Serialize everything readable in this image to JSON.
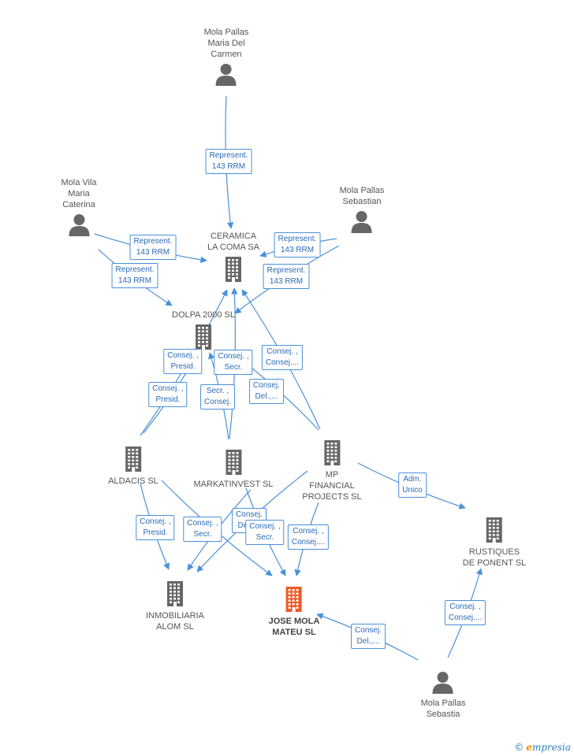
{
  "nodes": [
    {
      "id": "mp_mariadc",
      "type": "person",
      "label": [
        "Mola Pallas",
        "Maria Del",
        "Carmen"
      ]
    },
    {
      "id": "mv_maria",
      "type": "person",
      "label": [
        "Mola Vila",
        "Maria",
        "Caterina"
      ]
    },
    {
      "id": "mp_sebastian",
      "type": "person",
      "label": [
        "Mola Pallas",
        "Sebastian"
      ]
    },
    {
      "id": "ceramica",
      "type": "company",
      "label": [
        "CERAMICA",
        "LA COMA SA"
      ]
    },
    {
      "id": "dolpa",
      "type": "company",
      "label": [
        "DOLPA 2000 SL"
      ]
    },
    {
      "id": "aldacis",
      "type": "company",
      "label": [
        "ALDACIS SL"
      ]
    },
    {
      "id": "markatinvest",
      "type": "company",
      "label": [
        "MARKATINVEST SL"
      ]
    },
    {
      "id": "mp_financial",
      "type": "company",
      "label": [
        "MP",
        "FINANCIAL",
        "PROJECTS SL"
      ]
    },
    {
      "id": "rustiques",
      "type": "company",
      "label": [
        "RUSTIQUES",
        "DE PONENT SL"
      ]
    },
    {
      "id": "inmobiliaria",
      "type": "company",
      "label": [
        "INMOBILIARIA",
        "ALOM SL"
      ]
    },
    {
      "id": "jose_mola",
      "type": "company",
      "main": true,
      "label": [
        "JOSE MOLA",
        "MATEU SL"
      ]
    },
    {
      "id": "mp_sebastia",
      "type": "person",
      "label": [
        "Mola Pallas",
        "Sebastia"
      ]
    }
  ],
  "edge_labels": [
    [
      "Represent.",
      "143 RRM"
    ],
    [
      "Represent.",
      "143 RRM"
    ],
    [
      "Represent.",
      "143 RRM"
    ],
    [
      "Represent.",
      "143 RRM"
    ],
    [
      "Represent.",
      "143 RRM"
    ],
    [
      "Consej. ,",
      "Presid."
    ],
    [
      "Consej. ,",
      "Secr."
    ],
    [
      "Consej. ,",
      "Consej...."
    ],
    [
      "Consej. ,",
      "Presid."
    ],
    [
      "Secr. ,",
      "Consej."
    ],
    [
      "Consej.",
      "Del.,..."
    ],
    [
      "Adm.",
      "Unico"
    ],
    [
      "Consej. ,",
      "Presid."
    ],
    [
      "Consej. ,",
      "Secr."
    ],
    [
      "Consej.",
      "Del.,..."
    ],
    [
      "Consej. ,",
      "Secr."
    ],
    [
      "Consej. ,",
      "Consej...."
    ],
    [
      "Consej. ,",
      "Consej...."
    ],
    [
      "Consej.",
      "Del.,..."
    ]
  ],
  "footer": {
    "copyright": "©",
    "brand_initial": "e",
    "brand_rest": "mpresia"
  },
  "colors": {
    "edge": "#4a90d9",
    "node_icon": "#666666",
    "main_icon": "#ee5a24"
  }
}
